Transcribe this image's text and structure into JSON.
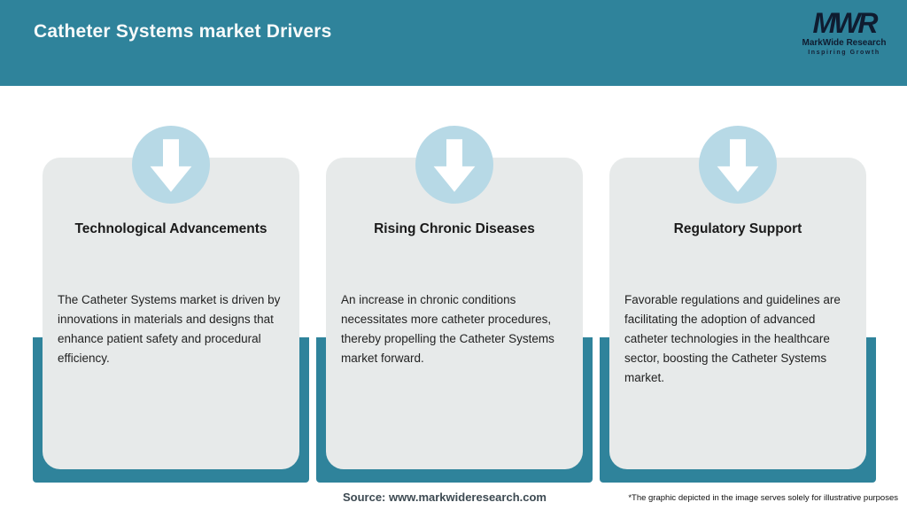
{
  "header": {
    "title": "Catheter Systems market Drivers",
    "logo": {
      "monogram": "MWR",
      "name": "MarkWide Research",
      "tagline": "Inspiring Growth"
    }
  },
  "cards": [
    {
      "icon": "down-arrow-icon",
      "title": "Technological Advancements",
      "body": "The Catheter Systems market is driven by innovations in materials and designs that enhance patient safety and procedural efficiency."
    },
    {
      "icon": "down-arrow-icon",
      "title": "Rising Chronic Diseases",
      "body": "An increase in chronic conditions necessitates more catheter procedures, thereby propelling the Catheter Systems market forward."
    },
    {
      "icon": "down-arrow-icon",
      "title": "Regulatory Support",
      "body": "Favorable regulations and guidelines are facilitating the adoption of advanced catheter technologies in the healthcare sector, boosting the Catheter Systems market."
    }
  ],
  "footer": {
    "source": "Source: www.markwideresearch.com",
    "disclaimer": "*The graphic depicted in the image serves solely for illustrative purposes"
  },
  "colors": {
    "header_teal": "#2f839b",
    "backplate_teal": "#2f839b",
    "card_gray": "#e7eaea",
    "circle_blue": "#b7d9e6",
    "arrow_white": "#ffffff",
    "logo_dark": "#0f1c30",
    "title_white": "#f7fafa",
    "heading_dark": "#1a1a1a",
    "body_text": "#222222",
    "source_text": "#3d4a52"
  }
}
